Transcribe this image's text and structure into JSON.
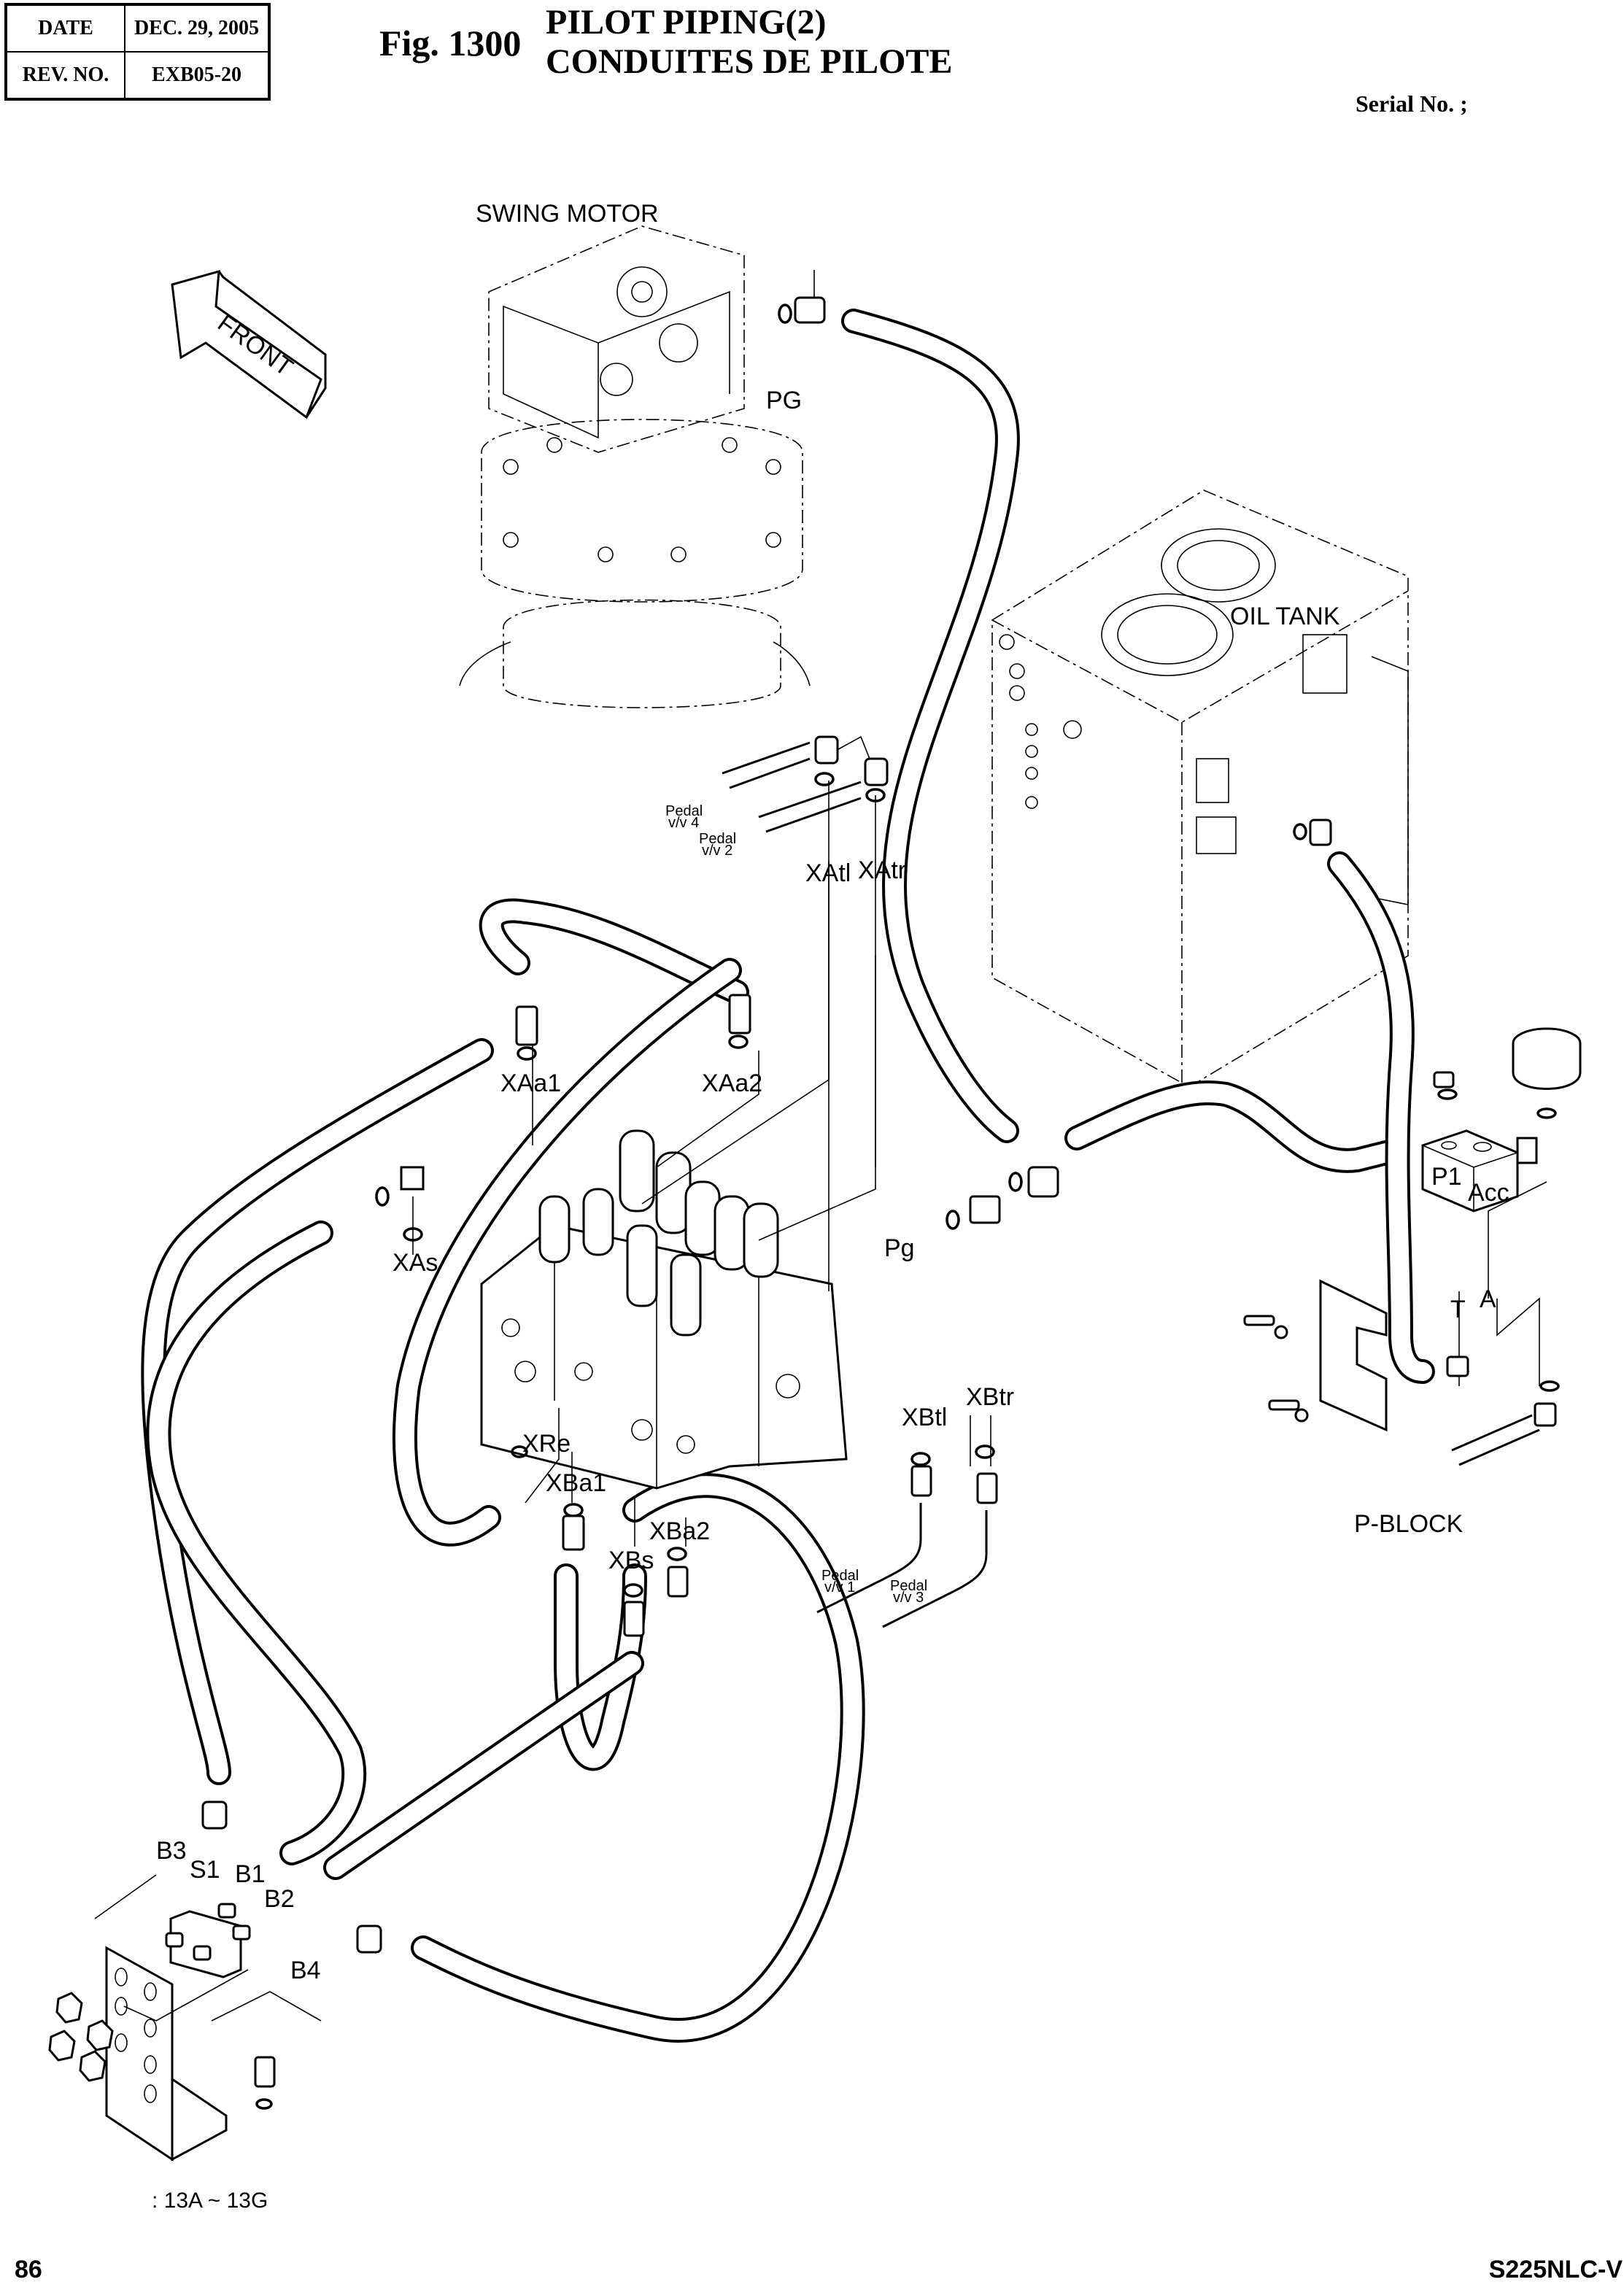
{
  "header": {
    "date_label": "DATE",
    "date_value": "DEC. 29, 2005",
    "rev_label": "REV. NO.",
    "rev_value": "EXB05-20",
    "figure_number": "Fig. 1300",
    "title_en": "PILOT PIPING(2)",
    "title_fr": "CONDUITES DE PILOTE",
    "serial_label": "Serial No. ;"
  },
  "diagram": {
    "components": {
      "swing_motor": "SWING MOTOR",
      "oil_tank": "OIL TANK",
      "p_block": "P-BLOCK",
      "front_arrow": "FRONT"
    },
    "ports": {
      "pg_upper": "PG",
      "pg_lower": "Pg",
      "xatl": "XAtl",
      "xatr": "XAtr",
      "xaa1": "XAa1",
      "xaa2": "XAa2",
      "xas": "XAs",
      "xre": "XRe",
      "xba1": "XBa1",
      "xba2": "XBa2",
      "xbs": "XBs",
      "xbtl": "XBtl",
      "xbtr": "XBtr",
      "p1": "P1",
      "acc": "Acc",
      "t": "T",
      "a": "A",
      "b1": "B1",
      "b2": "B2",
      "b3": "B3",
      "b4": "B4",
      "s1": "S1"
    },
    "pedal_labels": {
      "vv4_l1": "Pedal",
      "vv4_l2": "v/v 4",
      "vv2_l1": "Pedal",
      "vv2_l2": "v/v 2",
      "vv1_l1": "Pedal",
      "vv1_l2": "v/v 1",
      "vv3_l1": "Pedal",
      "vv3_l2": "v/v 3"
    }
  },
  "footer": {
    "note": ": 13A ~ 13G",
    "page_number": "86",
    "model": "S225NLC-V"
  }
}
